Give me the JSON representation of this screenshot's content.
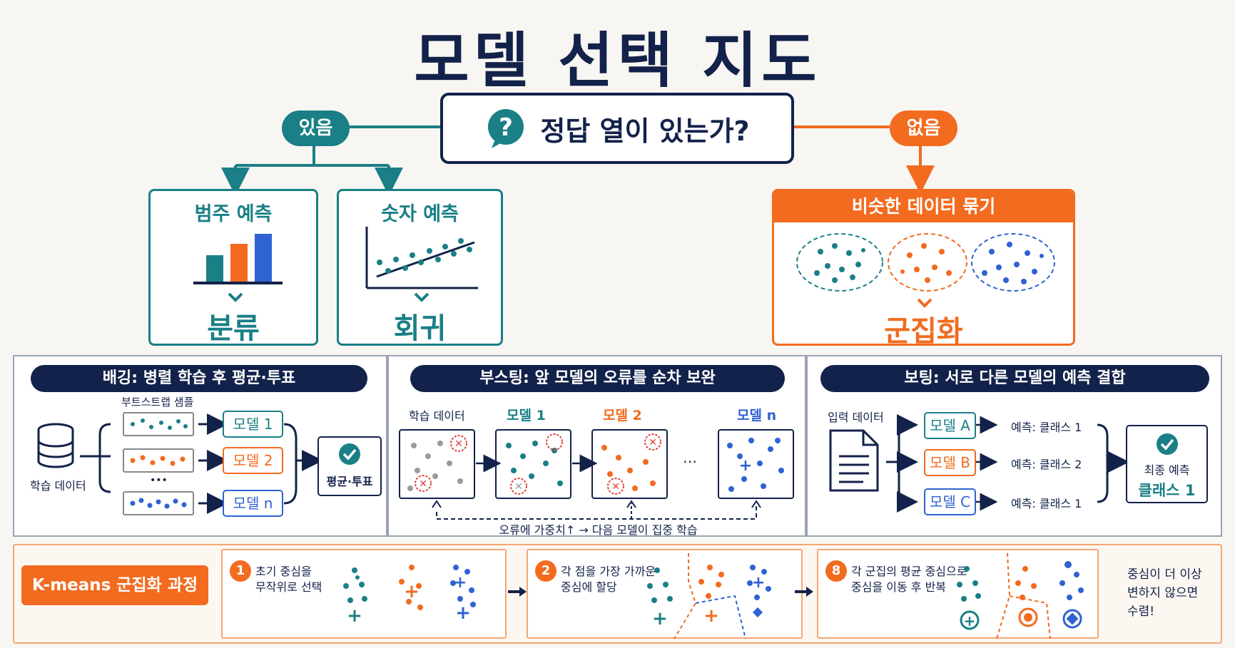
{
  "title": "모델 선택 지도",
  "question": "정답 열이 있는가?",
  "branch_yes": "있음",
  "branch_no": "없음",
  "classification": {
    "heading": "범주 예측",
    "result": "분류"
  },
  "regression": {
    "heading": "숫자 예측",
    "result": "회귀"
  },
  "clustering": {
    "heading": "비슷한 데이터 묶기",
    "result": "군집화"
  },
  "bagging": {
    "heading": "배깅: 병렬 학습 후 평균·투표",
    "data_label": "학습 데이터",
    "sample_label": "부트스트랩 샘플",
    "ellipsis": "•••",
    "models": [
      "모델 1",
      "모델 2",
      "모델 n"
    ],
    "output": "평균·투표"
  },
  "boosting": {
    "heading": "부스팅: 앞 모델의 오류를 순차 보완",
    "data_label": "학습 데이터",
    "models": [
      "모델 1",
      "모델 2",
      "모델 n"
    ],
    "ellipsis": "…",
    "caption": "오류에 가중치↑ → 다음 모델이 집중 학습"
  },
  "voting": {
    "heading": "보팅: 서로 다른 모델의 예측 결합",
    "data_label": "입력 데이터",
    "models": [
      "모델 A",
      "모델 B",
      "모델 C"
    ],
    "predictions": [
      "예측: 클래스 1",
      "예측: 클래스 2",
      "예측: 클래스 1"
    ],
    "final_label": "최종 예측",
    "final_value": "클래스 1"
  },
  "kmeans": {
    "heading": "K-means 군집화 과정",
    "steps": [
      {
        "num": "1",
        "text1": "초기 중심을",
        "text2": "무작위로 선택"
      },
      {
        "num": "2",
        "text1": "각 점을 가장 가까운",
        "text2": "중심에 할당"
      },
      {
        "num": "8",
        "text1": "각 군집의 평균 중심으로",
        "text2": "중심을 이동 후 반복"
      }
    ],
    "converge1": "중심이 더 이상",
    "converge2": "변하지 않으면",
    "converge3": "수렴!"
  },
  "colors": {
    "navy": "#13224a",
    "teal": "#1a7f86",
    "orange": "#f26b1f",
    "blue": "#2f62d3"
  }
}
